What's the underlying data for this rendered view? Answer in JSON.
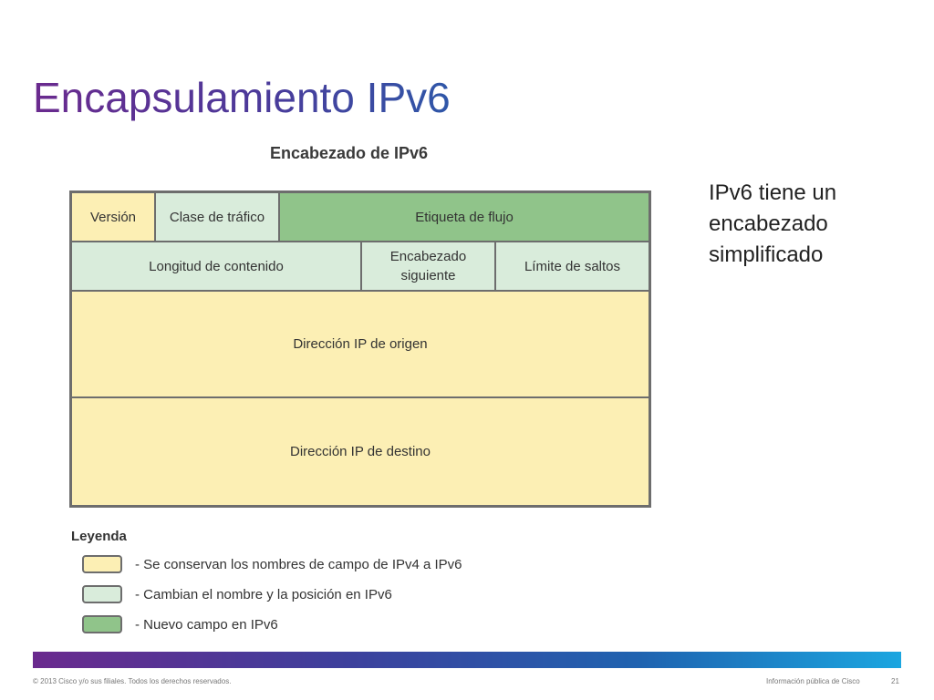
{
  "slide": {
    "title": "Encapsulamiento IPv6"
  },
  "diagram": {
    "title": "Encabezado de IPv6",
    "fields": {
      "version": "Versión",
      "traffic_class": "Clase de tráfico",
      "flow_label": "Etiqueta de flujo",
      "payload_length": "Longitud de contenido",
      "next_header_line1": "Encabezado",
      "next_header_line2": "siguiente",
      "hop_limit": "Límite de saltos",
      "source_address": "Dirección IP de origen",
      "destination_address": "Dirección IP de destino"
    }
  },
  "side_text": {
    "line1": "IPv6 tiene un",
    "line2": "encabezado",
    "line3": "simplificado"
  },
  "legend": {
    "title": "Leyenda",
    "items": [
      {
        "color": "#fcefb4",
        "label": "- Se conservan los nombres de campo de IPv4 a IPv6"
      },
      {
        "color": "#d9ecdb",
        "label": "- Cambian el nombre y la posición en IPv6"
      },
      {
        "color": "#90c48a",
        "label": "- Nuevo campo en IPv6"
      }
    ]
  },
  "footer": {
    "copyright": "© 2013 Cisco y/o sus filiales. Todos los derechos reservados.",
    "classification": "Información pública de Cisco",
    "page_number": "21"
  },
  "colors": {
    "kept_fields": "#fcefb4",
    "changed_fields": "#d9ecdb",
    "new_fields": "#90c48a",
    "border": "#6d6d6d"
  }
}
